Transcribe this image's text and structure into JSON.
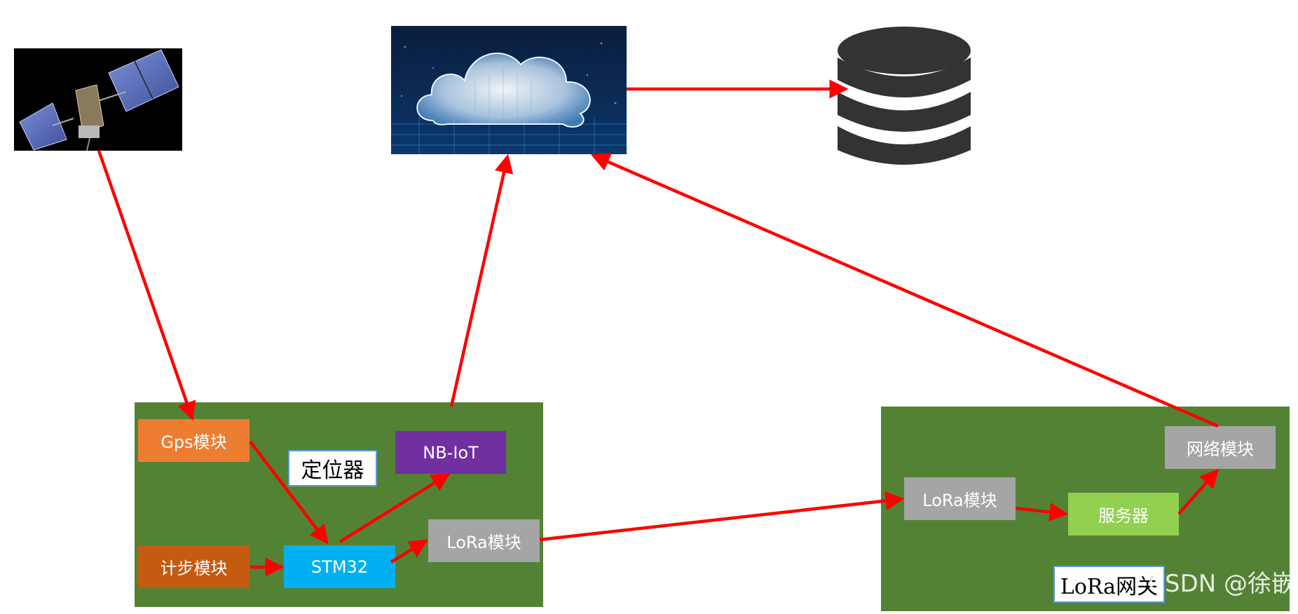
{
  "colors": {
    "arrow": "#ff0000",
    "panel": "#548235",
    "gps": "#ed7d31",
    "pedometer": "#c55a11",
    "stm32": "#00b0f0",
    "nbiot": "#7030a0",
    "lora": "#a5a5a5",
    "server": "#92d050",
    "network": "#a5a5a5",
    "caption_border": "#5b9bd5"
  },
  "images": {
    "satellite": "satellite-icon",
    "cloud": "cloud-icon",
    "database": "database-icon"
  },
  "locator": {
    "caption": "定位器",
    "gps_module": "Gps模块",
    "pedometer_module": "计步模块",
    "mcu": "STM32",
    "nbiot_module": "NB-IoT",
    "lora_module": "LoRa模块"
  },
  "gateway": {
    "caption": "LoRa网关",
    "lora_module": "LoRa模块",
    "server": "服务器",
    "network_module": "网络模块"
  },
  "watermark": "CSDN @徐嵌"
}
